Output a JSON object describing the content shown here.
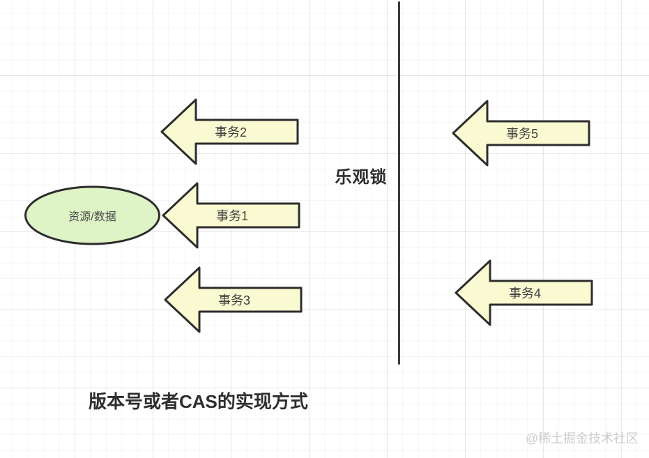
{
  "diagram": {
    "divider_label": "乐观锁",
    "caption": "版本号或者CAS的实现方式",
    "watermark": "@稀土掘金技术社区",
    "resource": {
      "label": "资源/数据",
      "fill": "#def4c6",
      "stroke": "#2d2d2d"
    },
    "arrow_style": {
      "fill": "#fafad2",
      "stroke": "#2d2d2d",
      "direction": "left"
    },
    "arrows": [
      {
        "id": "transaction-2",
        "label": "事务2"
      },
      {
        "id": "transaction-1",
        "label": "事务1"
      },
      {
        "id": "transaction-3",
        "label": "事务3"
      },
      {
        "id": "transaction-5",
        "label": "事务5"
      },
      {
        "id": "transaction-4",
        "label": "事务4"
      }
    ],
    "colors": {
      "divider": "#3a3a3a",
      "heading_text": "#2e2e2e",
      "label_text": "#3f3f3f",
      "watermark_text": "#cdcdcd"
    }
  }
}
